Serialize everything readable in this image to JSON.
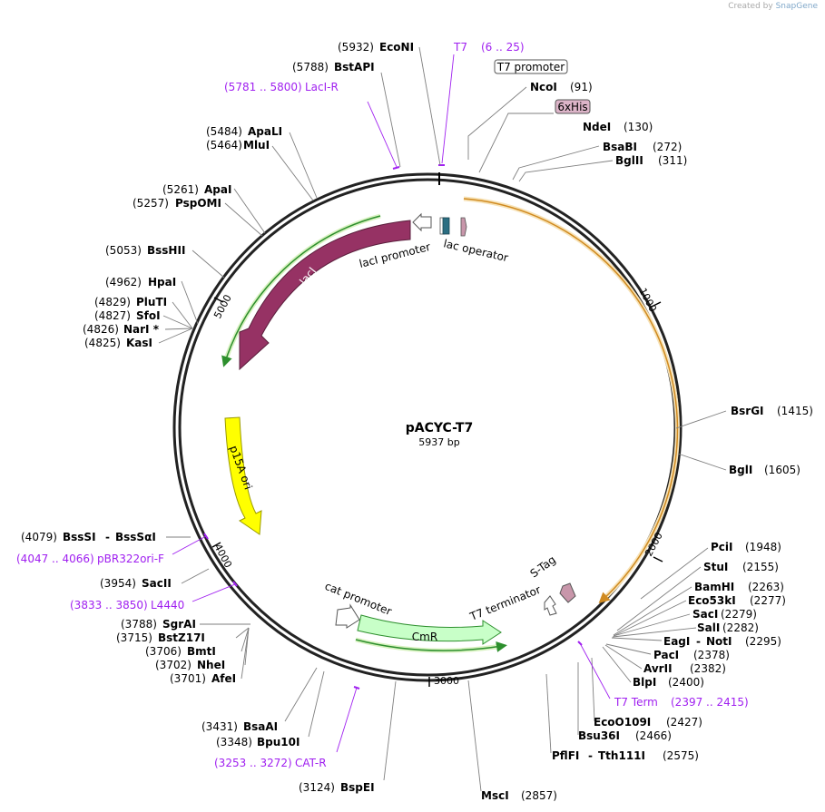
{
  "header": {
    "created_by": "Created by",
    "brand": "SnapGene"
  },
  "plasmid": {
    "name": "pACYC-T7",
    "length_label": "5937 bp"
  },
  "ticks": [
    "1000",
    "2000",
    "3000",
    "4000",
    "5000"
  ],
  "sites_right": [
    {
      "name": "BsrGI",
      "pos": "(1415)"
    },
    {
      "name": "BglI",
      "pos": "(1605)"
    },
    {
      "name": "PciI",
      "pos": "(1948)"
    },
    {
      "name": "StuI",
      "pos": "(2155)"
    },
    {
      "name": "BamHI",
      "pos": "(2263)"
    },
    {
      "name": "Eco53kI",
      "pos": "(2277)"
    },
    {
      "name": "SacI",
      "pos": "(2279)"
    },
    {
      "name": "SalI",
      "pos": "(2282)"
    },
    {
      "name": "EagI",
      "name2": "NotI",
      "pos": "(2295)"
    },
    {
      "name": "PacI",
      "pos": "(2378)"
    },
    {
      "name": "AvrII",
      "pos": "(2382)"
    },
    {
      "name": "BlpI",
      "pos": "(2400)"
    },
    {
      "name": "EcoO109I",
      "pos": "(2427)"
    },
    {
      "name": "Bsu36I",
      "pos": "(2466)"
    },
    {
      "name": "PflFI",
      "name2": "Tth111I",
      "pos": "(2575)"
    },
    {
      "name": "MscI",
      "pos": "(2857)"
    },
    {
      "name": "NcoI",
      "pos": "(91)"
    },
    {
      "name": "NdeI",
      "pos": "(130)"
    },
    {
      "name": "BsaBI",
      "pos": "(272)"
    },
    {
      "name": "BglII",
      "pos": "(311)"
    }
  ],
  "sites_left": [
    {
      "name": "EcoNI",
      "pos": "(5932)"
    },
    {
      "name": "BstAPI",
      "pos": "(5788)"
    },
    {
      "name": "ApaLI",
      "pos": "(5484)"
    },
    {
      "name": "MluI",
      "pos": "(5464)"
    },
    {
      "name": "ApaI",
      "pos": "(5261)"
    },
    {
      "name": "PspOMI",
      "pos": "(5257)"
    },
    {
      "name": "BssHII",
      "pos": "(5053)"
    },
    {
      "name": "HpaI",
      "pos": "(4962)"
    },
    {
      "name": "PluTI",
      "pos": "(4829)"
    },
    {
      "name": "SfoI",
      "pos": "(4827)"
    },
    {
      "name": "NarI *",
      "pos": "(4826)"
    },
    {
      "name": "KasI",
      "pos": "(4825)"
    },
    {
      "name": "BssSI",
      "name2": "BssSαI",
      "pos": "(4079)"
    },
    {
      "name": "SacII",
      "pos": "(3954)"
    },
    {
      "name": "SgrAI",
      "pos": "(3788)"
    },
    {
      "name": "BstZ17I",
      "pos": "(3715)"
    },
    {
      "name": "BmtI",
      "pos": "(3706)"
    },
    {
      "name": "NheI",
      "pos": "(3702)"
    },
    {
      "name": "AfeI",
      "pos": "(3701)"
    },
    {
      "name": "BsaAI",
      "pos": "(3431)"
    },
    {
      "name": "Bpu10I",
      "pos": "(3348)"
    },
    {
      "name": "BspEI",
      "pos": "(3124)"
    }
  ],
  "primers": [
    {
      "name": "T7",
      "range": "(6 .. 25)"
    },
    {
      "name": "LacI-R",
      "range": "(5781 .. 5800)"
    },
    {
      "name": "pBR322ori-F",
      "range": "(4047 .. 4066)"
    },
    {
      "name": "L4440",
      "range": "(3833 .. 3850)"
    },
    {
      "name": "CAT-R",
      "range": "(3253 .. 3272)"
    },
    {
      "name": "T7 Term",
      "range": "(2397 .. 2415)"
    }
  ],
  "features": {
    "t7_promoter": "T7 promoter",
    "his_tag": "6xHis",
    "laci": "lacI",
    "laci_promoter": "lacI promoter",
    "lac_operator": "lac operator",
    "p15a_ori": "p15A ori",
    "cmr": "CmR",
    "cat_promoter": "cat promoter",
    "t7_terminator": "T7 terminator",
    "s_tag": "S-Tag"
  },
  "colors": {
    "laci": "#963264",
    "p15a": "#ffff00",
    "cmr": "#c8ffc8",
    "orf_green": "#2d8f2d",
    "orf_orange": "#e0a040",
    "his": "#dcb4c8",
    "lac_op": "#2b6e82",
    "stag": "#c896aa",
    "primer": "#a020f0"
  }
}
